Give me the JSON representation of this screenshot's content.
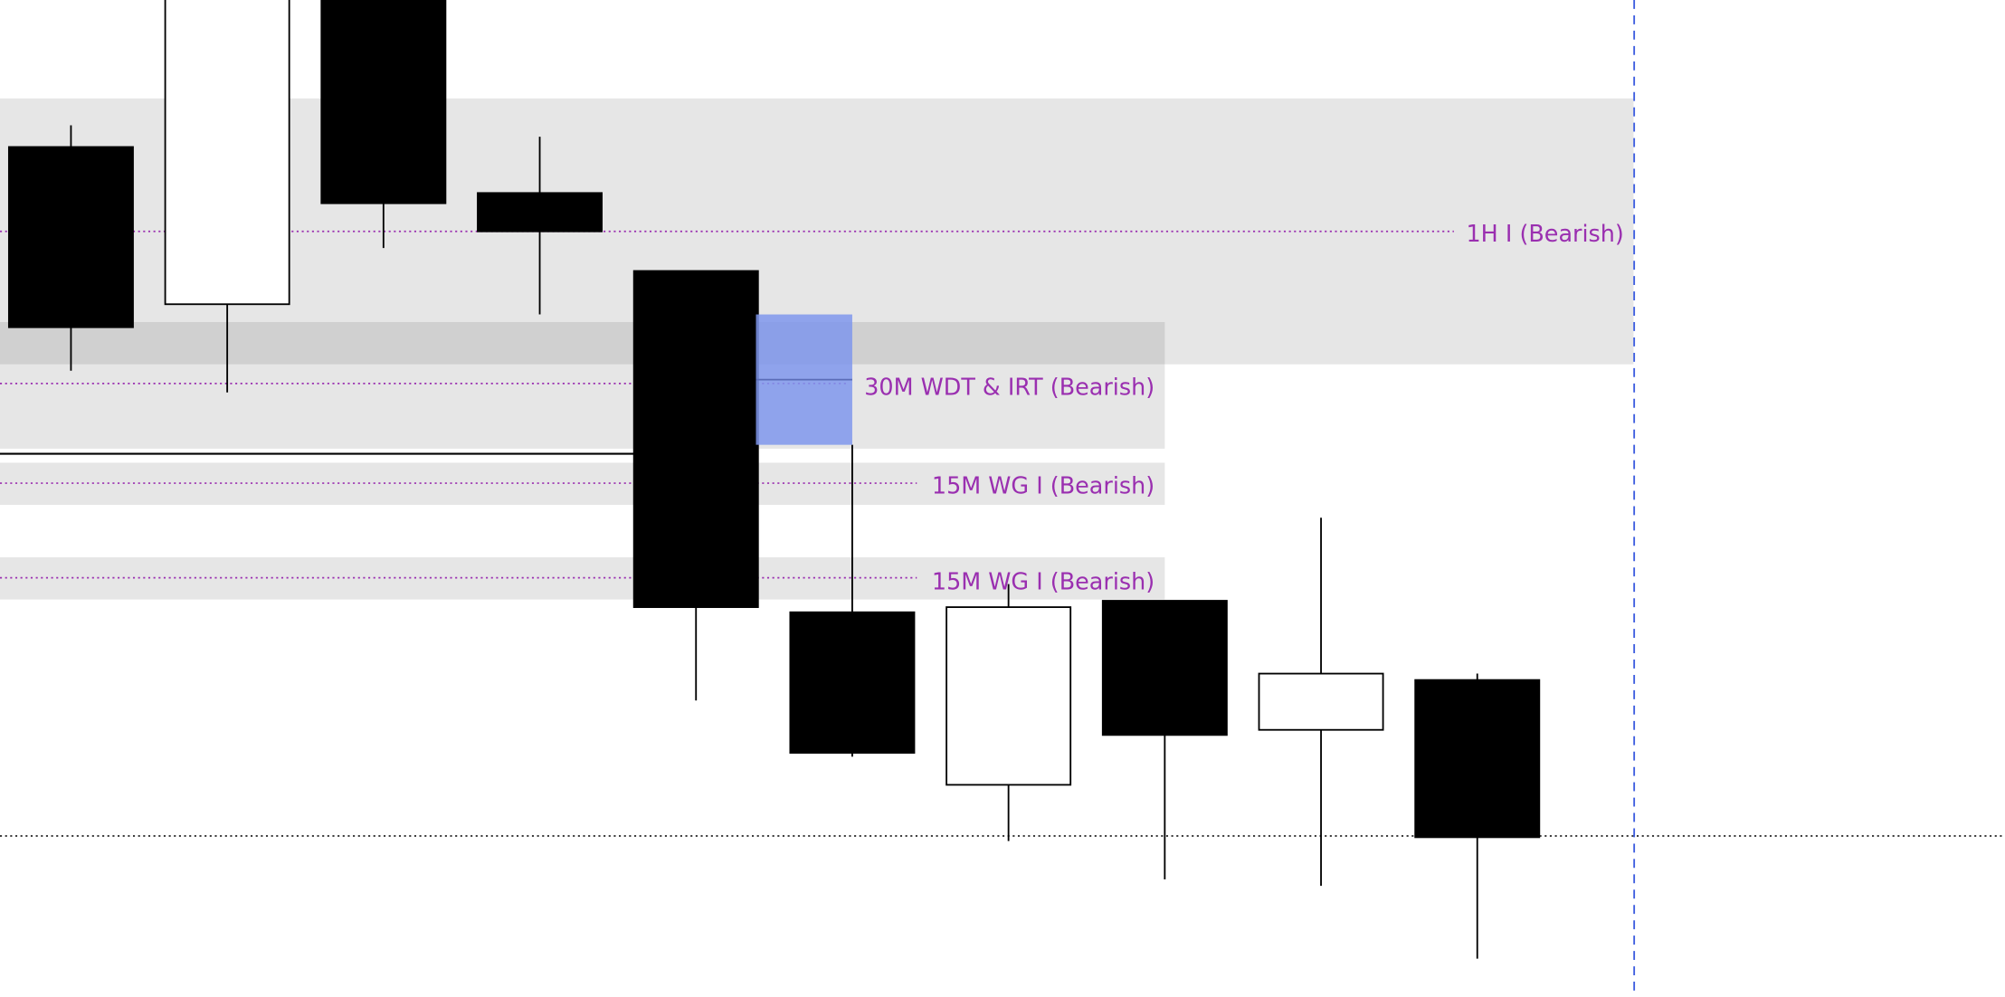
{
  "chart_data": {
    "type": "candlestick",
    "title": "",
    "xlabel": "",
    "ylabel": "",
    "ylim": [
      0,
      78
    ],
    "grid": false,
    "colors": {
      "bear": "#000000",
      "bull": "#ffffff",
      "zone": "#e6e6e6",
      "zone_overlap": "#d0d0d0",
      "label": "#9a2fb0",
      "fvg_box": "#7f97ec",
      "cursor": "#3d5de0"
    },
    "candles": [
      {
        "o": 66.5,
        "h": 68.2,
        "l": 49.0,
        "c": 52.4
      },
      {
        "o": 54.2,
        "h": 82.0,
        "l": 47.3,
        "c": 80.0
      },
      {
        "o": 82.0,
        "h": 84.0,
        "l": 58.6,
        "c": 62.1
      },
      {
        "o": 62.9,
        "h": 67.3,
        "l": 53.4,
        "c": 59.9
      },
      {
        "o": 56.8,
        "h": 56.8,
        "l": 23.2,
        "c": 30.5
      },
      {
        "o": 30.1,
        "h": 43.2,
        "l": 18.8,
        "c": 19.1
      },
      {
        "o": 16.6,
        "h": 32.3,
        "l": 12.2,
        "c": 30.5
      },
      {
        "o": 31.0,
        "h": 31.0,
        "l": 9.2,
        "c": 20.5
      },
      {
        "o": 20.9,
        "h": 37.5,
        "l": 8.7,
        "c": 25.3
      },
      {
        "o": 24.8,
        "h": 25.3,
        "l": 3.0,
        "c": 12.5
      }
    ],
    "zones": [
      {
        "label": "1H I (Bearish)",
        "top": 70.3,
        "bottom": 49.5,
        "level": 59.9,
        "end_index": 10.0,
        "label_align": "end"
      },
      {
        "label": "30M WDT & IRT (Bearish)",
        "top": 52.8,
        "bottom": 42.9,
        "level": 48.0,
        "end_index": 7.0,
        "label_align": "mid"
      },
      {
        "label": "15M WG I (Bearish)",
        "top": 41.8,
        "bottom": 38.5,
        "level": 40.2,
        "end_index": 7.0,
        "label_align": "end"
      },
      {
        "label": "15M WG I (Bearish)",
        "top": 34.4,
        "bottom": 31.1,
        "level": 32.8,
        "end_index": 7.0,
        "label_align": "end"
      }
    ],
    "fvg_box": {
      "top": 53.4,
      "bottom": 43.2,
      "mid": 48.3,
      "from_index": 4.4,
      "to_index": 5.0
    },
    "horizontal_line": {
      "price": 42.5,
      "end_index": 3.6
    },
    "current_price_line": 12.6,
    "cursor_index": 10.0
  }
}
